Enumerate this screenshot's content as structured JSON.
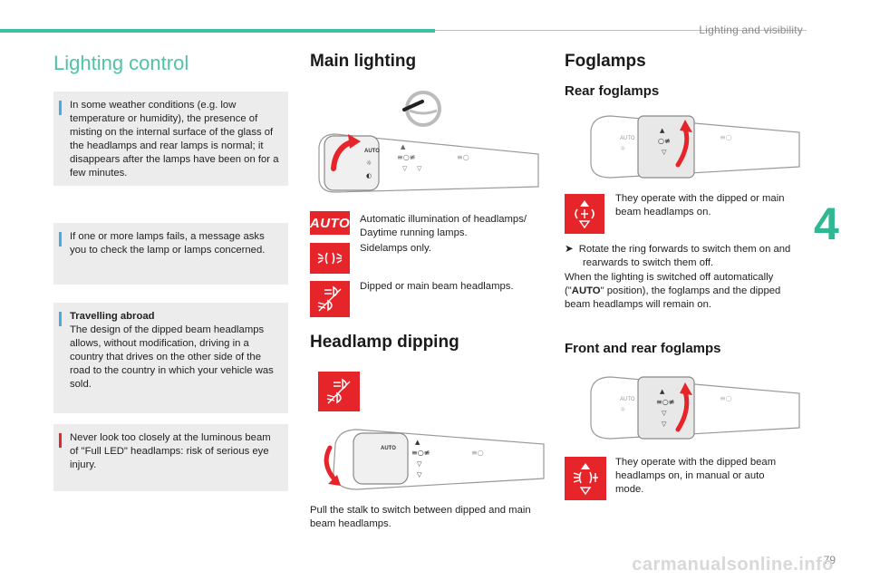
{
  "header": {
    "section": "Lighting and visibility",
    "chapter": "4",
    "page": "79"
  },
  "watermark": "carmanualsonline.info",
  "left": {
    "title": "Lighting control",
    "notes": [
      {
        "type": "info",
        "text": "In some weather conditions (e.g. low temperature or humidity), the presence of misting on the internal surface of the glass of the headlamps and rear lamps is normal; it disappears after the lamps have been on for a few minutes."
      },
      {
        "type": "info",
        "text": "If one or more lamps fails, a message asks you to check the lamp or lamps concerned."
      },
      {
        "type": "info",
        "heading": "Travelling abroad",
        "text": "The design of the dipped beam headlamps allows, without modification, driving in a country that drives on the other side of the road to the country in which your vehicle was sold."
      },
      {
        "type": "warning",
        "text": "Never look too closely at the luminous beam of \"Full LED\" headlamps: risk of serious eye injury."
      }
    ]
  },
  "middle": {
    "main_title": "Main lighting",
    "legend": [
      {
        "icon": "auto-icon",
        "badge": "AUTO",
        "text": "Automatic illumination of headlamps/ Daytime running lamps."
      },
      {
        "icon": "sidelamps-icon",
        "text": "Sidelamps only."
      },
      {
        "icon": "dipped-main-beam-icon",
        "text": "Dipped or main beam headlamps."
      }
    ],
    "dipping_title": "Headlamp dipping",
    "dipping_text": "Pull the stalk to switch between dipped and main beam headlamps."
  },
  "right": {
    "title": "Foglamps",
    "rear_title": "Rear foglamps",
    "rear_icon_text": "They operate with the dipped or main beam headlamps on.",
    "rear_instruction": "Rotate the ring forwards to switch them on and rearwards to switch them off.",
    "rear_instruction_bullet": "",
    "rear_note_pre": "When the lighting is switched off automatically (\"",
    "rear_note_bold": "AUTO",
    "rear_note_post": "\" position), the foglamps and the dipped beam headlamps will remain on.",
    "front_rear_title": "Front and rear foglamps",
    "front_rear_text": "They operate with the dipped beam headlamps on, in manual or auto mode."
  },
  "stalk_labels": {
    "auto": "AUTO"
  },
  "colors": {
    "accent_green": "#3cc0a0",
    "title_green": "#4fc3a5",
    "red": "#e5252a",
    "info_blue": "#4aa8e2",
    "note_bg": "#ececec"
  }
}
